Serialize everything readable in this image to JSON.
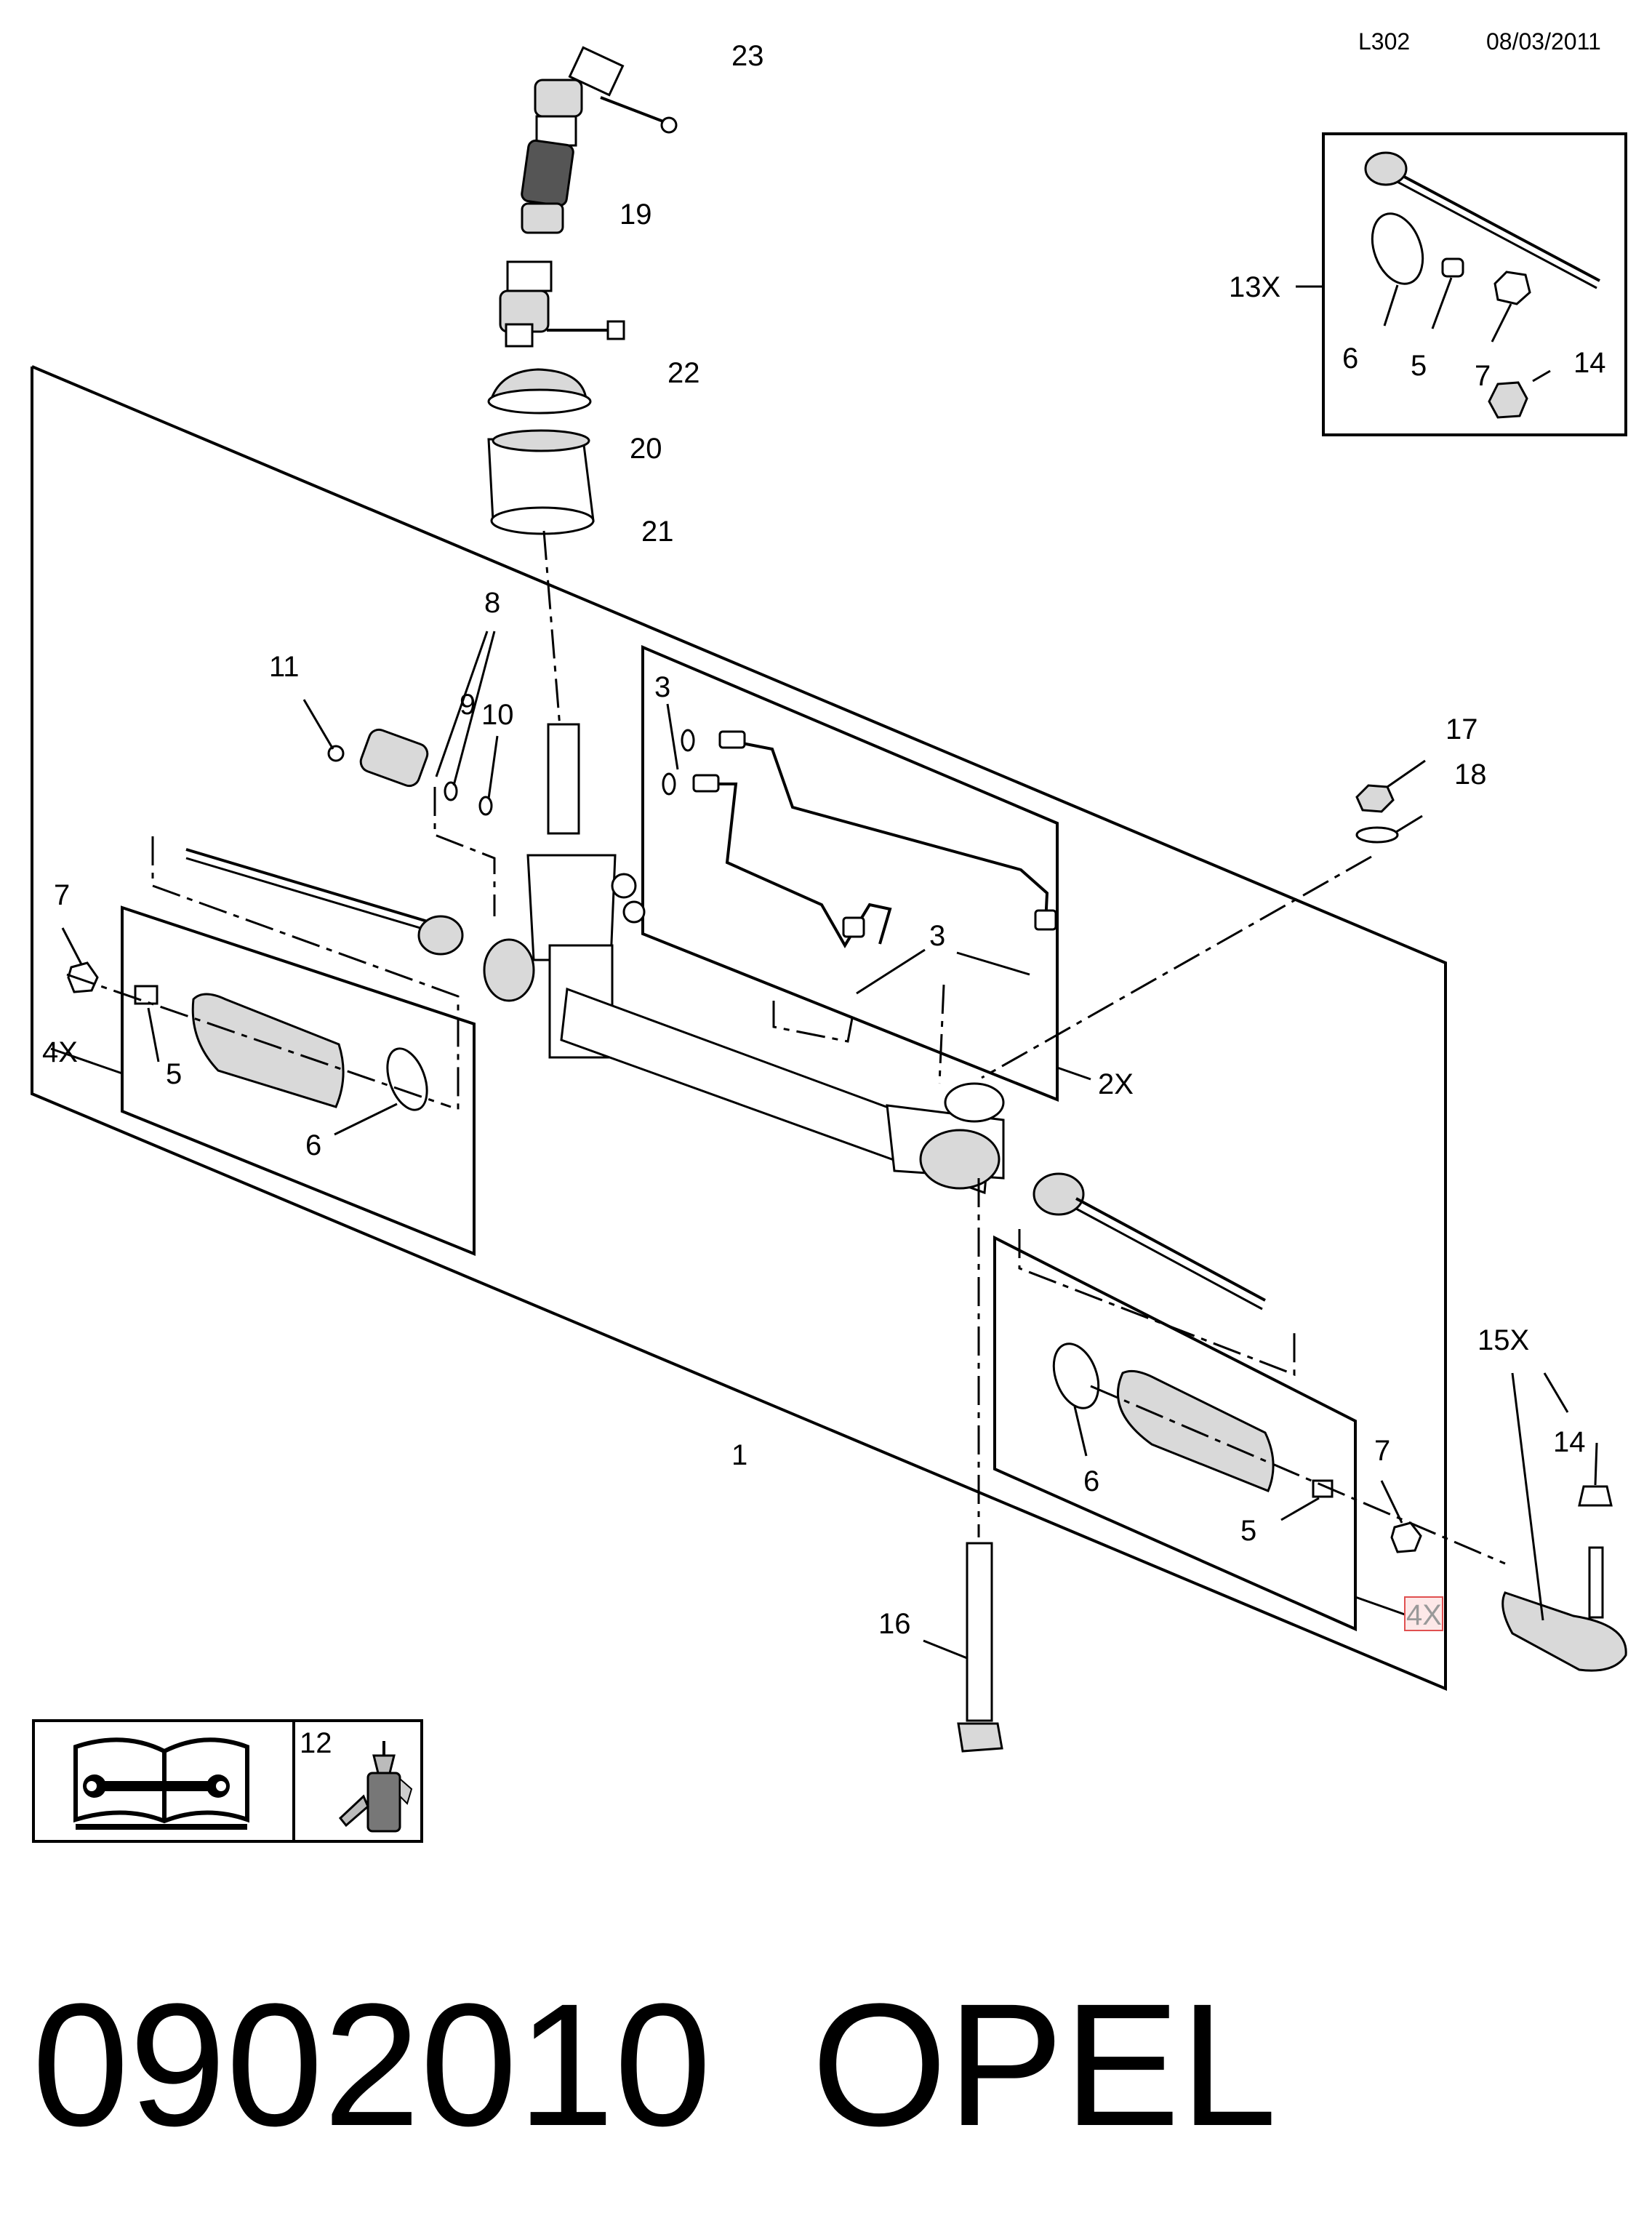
{
  "header": {
    "code": "L302",
    "date": "08/03/2011"
  },
  "footer": {
    "part_number": "0902010",
    "brand": "OPEL"
  },
  "callouts": {
    "c1": "1",
    "c2x": "2X",
    "c3a": "3",
    "c3b": "3",
    "c4x_left": "4X",
    "c4x_right": "4X",
    "c5_left": "5",
    "c5_right": "5",
    "c5_inset": "5",
    "c6_left": "6",
    "c6_right": "6",
    "c6_inset": "6",
    "c7_left": "7",
    "c7_right": "7",
    "c7_inset": "7",
    "c8": "8",
    "c9": "9",
    "c10": "10",
    "c11": "11",
    "c12": "12",
    "c13x": "13X",
    "c14_inset": "14",
    "c14_right": "14",
    "c15x": "15X",
    "c16": "16",
    "c17": "17",
    "c18": "18",
    "c19": "19",
    "c20": "20",
    "c21": "21",
    "c22": "22",
    "c23": "23"
  },
  "icons": {
    "service_manual": "service-manual-icon",
    "adhesive_bottle": "adhesive-bottle-icon"
  }
}
